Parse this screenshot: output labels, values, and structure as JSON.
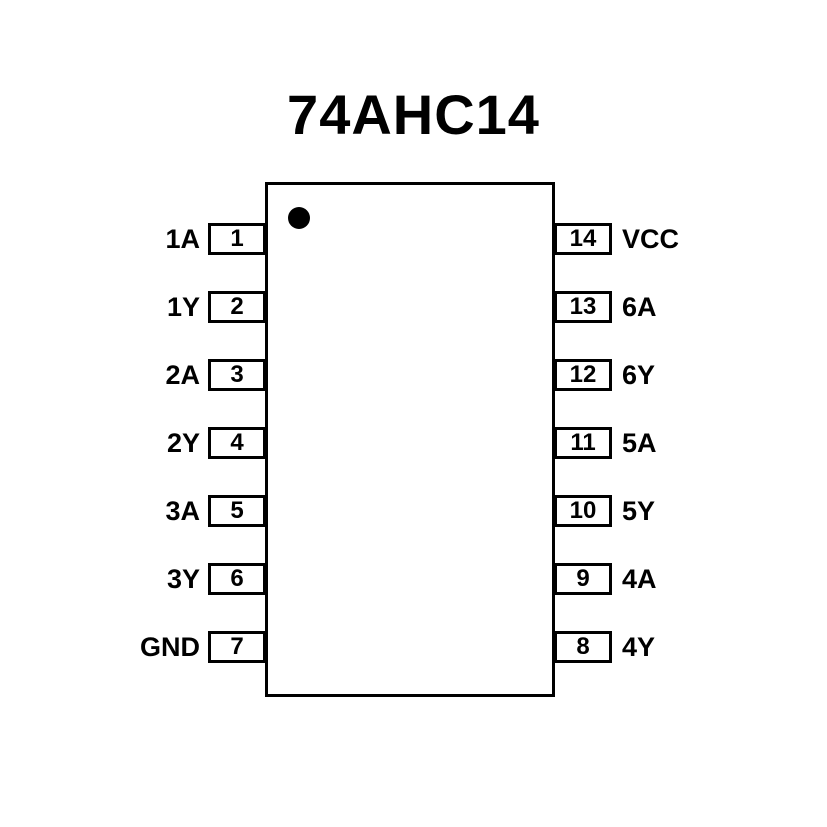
{
  "title": "74AHC14",
  "pins": {
    "left": [
      {
        "number": "1",
        "label": "1A"
      },
      {
        "number": "2",
        "label": "1Y"
      },
      {
        "number": "3",
        "label": "2A"
      },
      {
        "number": "4",
        "label": "2Y"
      },
      {
        "number": "5",
        "label": "3A"
      },
      {
        "number": "6",
        "label": "3Y"
      },
      {
        "number": "7",
        "label": "GND"
      }
    ],
    "right": [
      {
        "number": "14",
        "label": "VCC"
      },
      {
        "number": "13",
        "label": "6A"
      },
      {
        "number": "12",
        "label": "6Y"
      },
      {
        "number": "11",
        "label": "5A"
      },
      {
        "number": "10",
        "label": "5Y"
      },
      {
        "number": "9",
        "label": "4A"
      },
      {
        "number": "8",
        "label": "4Y"
      }
    ]
  },
  "colors": {
    "outline": "#000000",
    "background": "#ffffff"
  }
}
